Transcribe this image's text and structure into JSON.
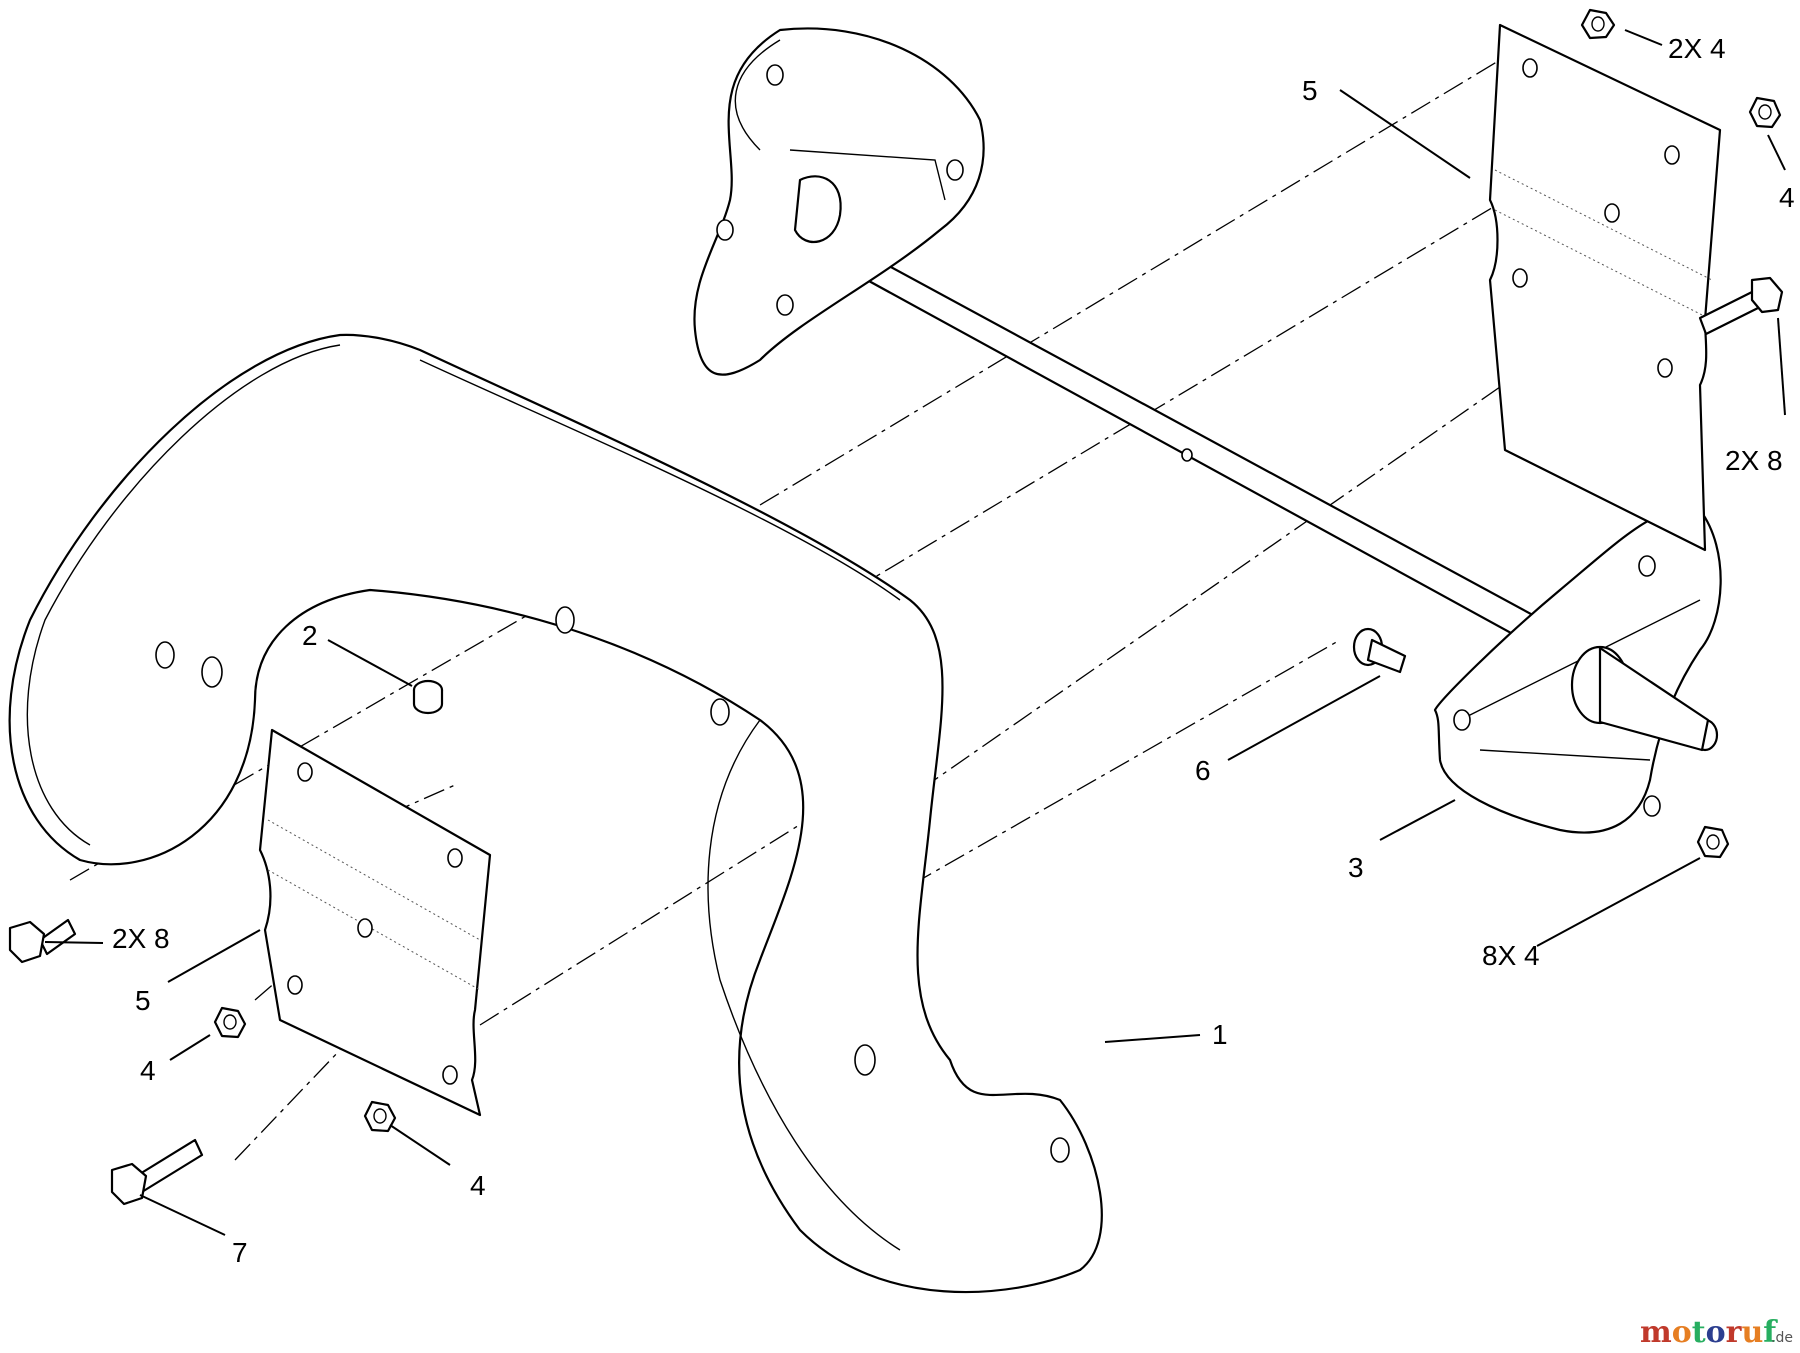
{
  "diagram": {
    "callouts": {
      "c_2x4_top": "2X 4",
      "c_4_right": "4",
      "c_2x8_right": "2X 8",
      "c_5_top": "5",
      "c_2": "2",
      "c_6": "6",
      "c_3": "3",
      "c_8x4": "8X 4",
      "c_2x8_left": "2X 8",
      "c_5_left": "5",
      "c_4_left": "4",
      "c_4_bottom": "4",
      "c_7": "7",
      "c_1": "1"
    }
  },
  "watermark": {
    "text": "motoruf",
    "suffix": ".de",
    "colors": [
      "#c0392b",
      "#e67e22",
      "#27ae60",
      "#2c3e8f"
    ]
  }
}
